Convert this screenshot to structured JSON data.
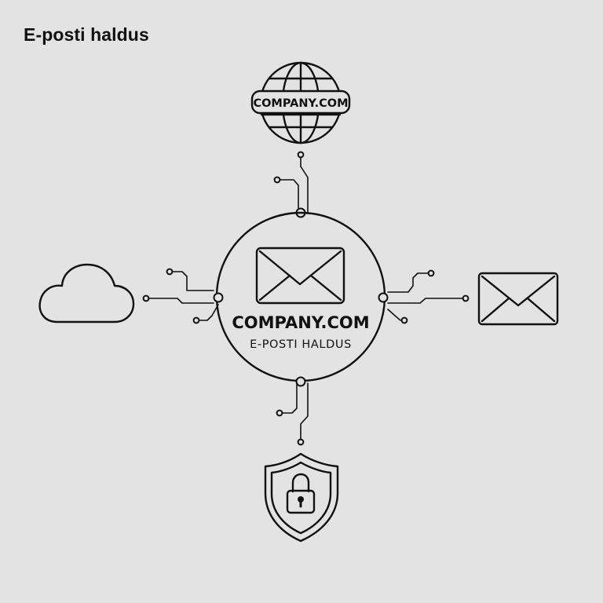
{
  "header": {
    "title": "E-posti haldus"
  },
  "hub": {
    "domain": "COMPANY.COM",
    "subtitle": "E-POSTI HALDUS"
  },
  "globe": {
    "label": "COMPANY.COM",
    "icon": "globe-icon"
  },
  "nodes": {
    "left": "cloud-icon",
    "right": "envelope-icon",
    "bottom": "shield-lock-icon",
    "center": "envelope-icon"
  },
  "colors": {
    "background": "#e3e3e3",
    "stroke": "#111111"
  }
}
